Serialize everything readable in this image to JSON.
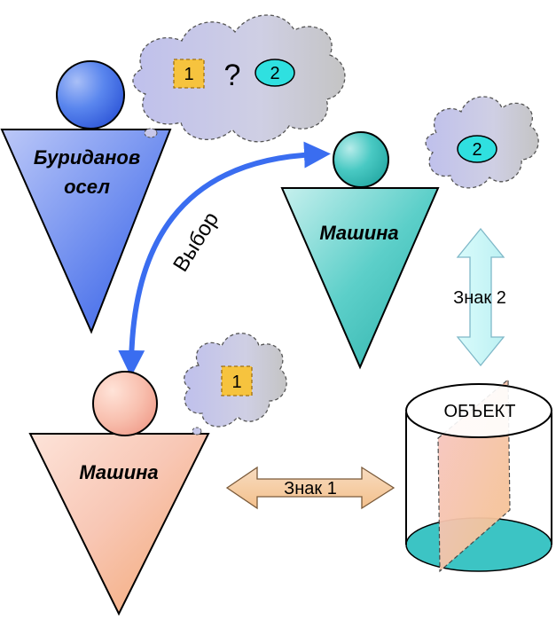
{
  "donkey": {
    "label_line1": "Буриданов",
    "label_line2": "осел"
  },
  "thought_main": {
    "option1": "1",
    "question": "?",
    "option2": "2"
  },
  "choice": {
    "label": "Выбор"
  },
  "machine_top": {
    "label": "Машина"
  },
  "thought_top": {
    "option2": "2"
  },
  "sign2": {
    "label": "Знак 2"
  },
  "machine_bottom": {
    "label": "Машина"
  },
  "thought_bottom": {
    "option1": "1"
  },
  "sign1": {
    "label": "Знак 1"
  },
  "object": {
    "label": "ОБЪЕКТ"
  },
  "colors": {
    "donkey": "#4a74e8",
    "machine_top": "#3fc2bd",
    "machine_bottom": "#f5b88f",
    "cloud": "#c9c9ea",
    "option1_fill": "#f6c33e",
    "option2_fill": "#2fe0e0",
    "arrow_blue": "#3a6df0"
  }
}
